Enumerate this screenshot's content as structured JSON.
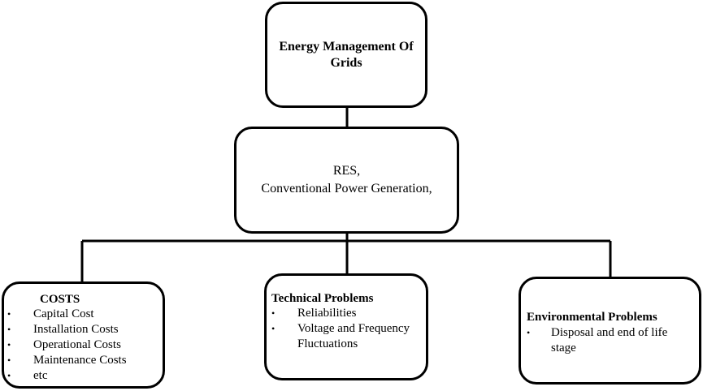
{
  "diagram": {
    "root": {
      "title": "Energy Management Of Grids"
    },
    "middle": {
      "line1": "RES,",
      "line2": "Conventional Power Generation,"
    },
    "costs": {
      "heading": "COSTS",
      "items": [
        "Capital Cost",
        "Installation Costs",
        "Operational Costs",
        "Maintenance Costs",
        "etc"
      ]
    },
    "technical": {
      "heading": "Technical Problems",
      "items": [
        "Reliabilities",
        "Voltage and Frequency Fluctuations"
      ]
    },
    "environmental": {
      "heading": "Environmental Problems",
      "items": [
        "Disposal and end of life stage"
      ]
    },
    "bullet_glyph": "•",
    "colors": {
      "line": "#000000",
      "box_fill": "#ffffff"
    }
  }
}
